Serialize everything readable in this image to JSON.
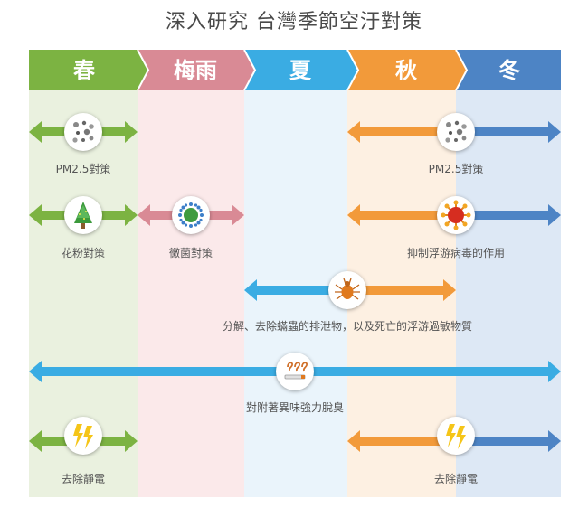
{
  "title": "深入研究 台灣季節空汙對策",
  "seasons": [
    {
      "label": "春",
      "color": "#7cb342",
      "bg": "#eaf1df"
    },
    {
      "label": "梅雨",
      "color": "#d98a95",
      "bg": "#fbe9ea"
    },
    {
      "label": "夏",
      "color": "#3aace3",
      "bg": "#eaf4fb"
    },
    {
      "label": "秋",
      "color": "#f29a3a",
      "bg": "#fdf0e2"
    },
    {
      "label": "冬",
      "color": "#4d84c5",
      "bg": "#dde8f5"
    }
  ],
  "captions": {
    "pm25_left": "PM2.5對策",
    "pm25_right": "PM2.5對策",
    "pollen": "花粉對策",
    "mold": "黴菌對策",
    "virus": "抑制浮游病毒的作用",
    "mite": "分解、去除蟎蟲的排泄物，以及死亡的浮游過敏物質",
    "odor": "對附著異味強力脫臭",
    "static_left": "去除靜電",
    "static_right": "去除靜電"
  },
  "icons": {
    "pm25": "pm25-particles-icon",
    "pollen": "tree-icon",
    "mold": "mold-spore-icon",
    "virus": "virus-icon",
    "mite": "dust-mite-icon",
    "odor": "smell-icon",
    "static": "lightning-icon"
  }
}
